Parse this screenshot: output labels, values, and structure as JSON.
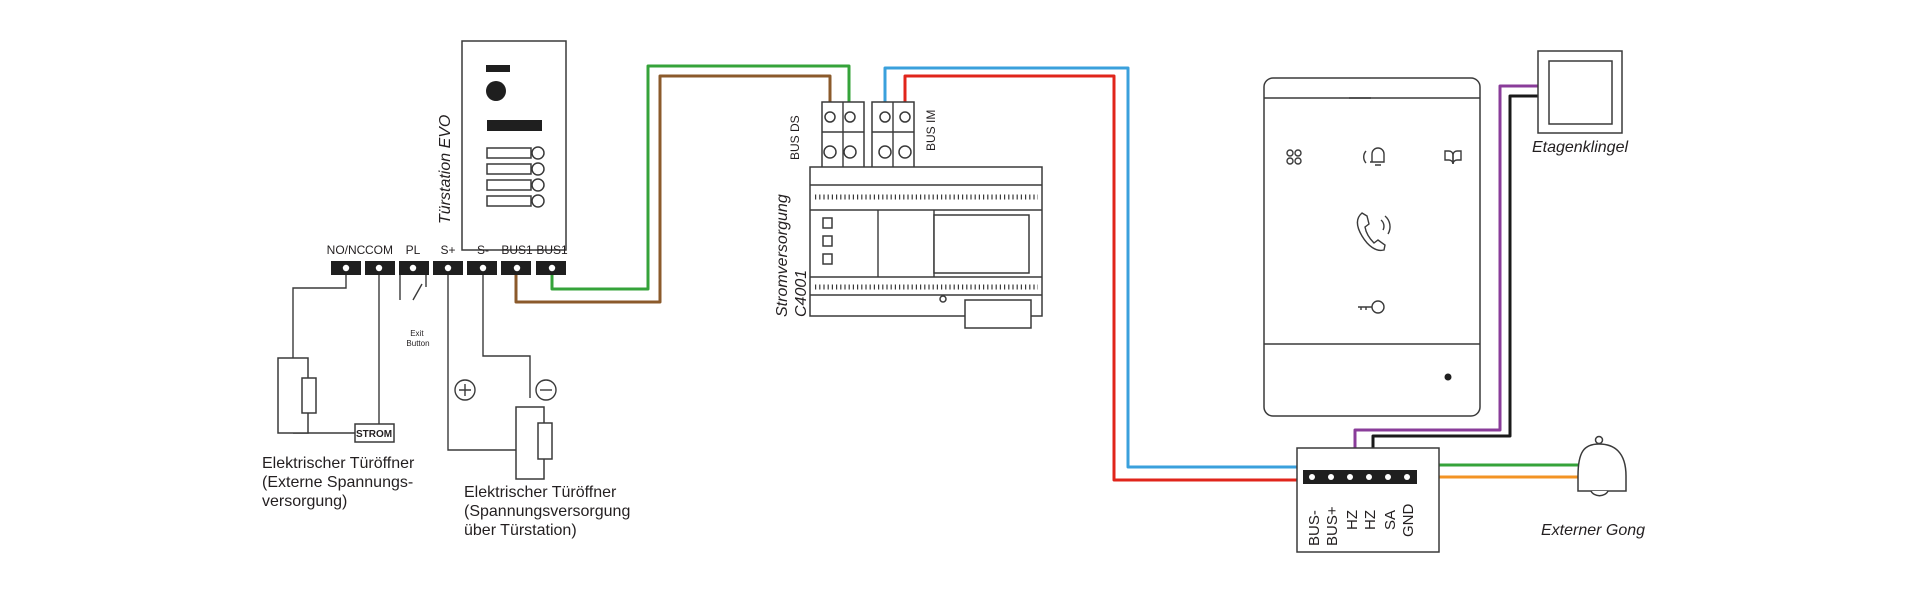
{
  "colors": {
    "green": "#35a33a",
    "brown": "#8b5a2b",
    "blue": "#3aa0dc",
    "red": "#e0251b",
    "purple": "#8a3c9a",
    "black": "#1a1a1a",
    "orange": "#f39323",
    "outline": "#3a3a3a"
  },
  "door_station": {
    "title": "Türstation EVO",
    "terminals": [
      "NO/NC",
      "COM",
      "PL",
      "S+",
      "S-",
      "BUS1",
      "BUS1"
    ],
    "exit_button": "Exit Button",
    "strom": "STROM",
    "opener_external": "Elektrischer Türöffner (Externe Spannungs- versorgung)",
    "opener_external_lines": [
      "Elektrischer Türöffner",
      "(Externe Spannungs-",
      "versorgung)"
    ],
    "opener_internal": "Elektrischer Türöffner (Spannungsversorgung über Türstation)",
    "opener_internal_lines": [
      "Elektrischer Türöffner",
      "(Spannungsversorgung",
      "über Türstation)"
    ],
    "plus_icon": "plus-circle-icon",
    "minus_icon": "minus-circle-icon"
  },
  "power_supply": {
    "title_lines": [
      "Stromversorgung",
      "C4001"
    ],
    "bus_ds": "BUS DS",
    "bus_im": "BUS IM"
  },
  "indoor_station": {
    "terminals": [
      "BUS-",
      "BUS+",
      "HZ",
      "HZ",
      "SA",
      "GND"
    ],
    "icons": [
      "menu-grid-icon",
      "doorbell-mute-icon",
      "book-icon",
      "phone-icon",
      "key-icon"
    ]
  },
  "floor_bell": {
    "label": "Etagenklingel"
  },
  "external_gong": {
    "label": "Externer Gong"
  }
}
